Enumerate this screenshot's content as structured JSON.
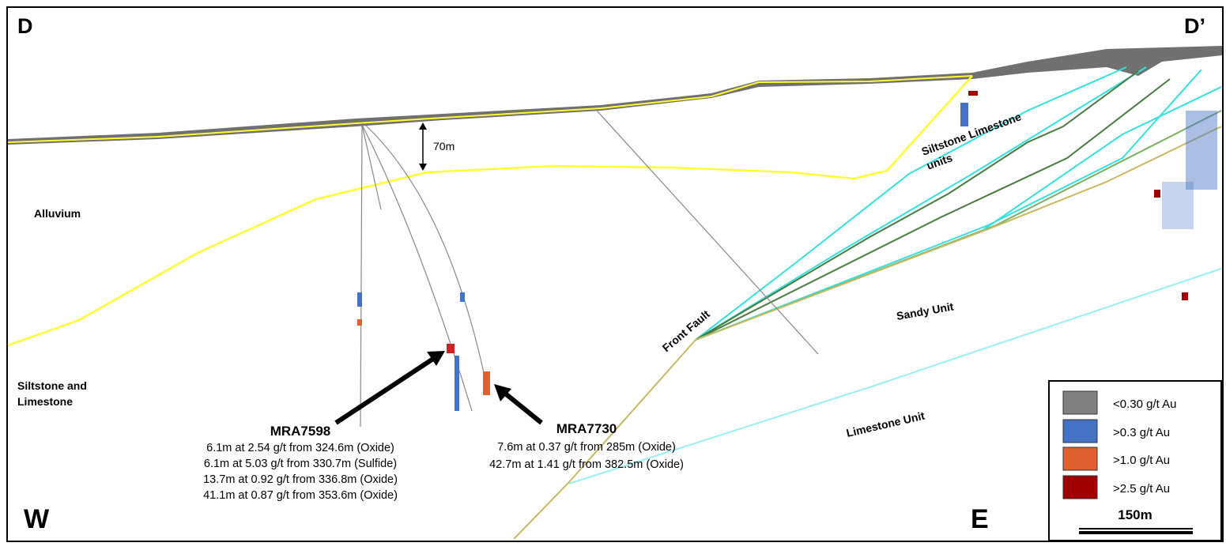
{
  "corners": {
    "top_left": "D",
    "top_right": "D’",
    "bottom_left": "W",
    "bottom_right": "E"
  },
  "depth_marker": "70m",
  "units": {
    "alluvium": "Alluvium",
    "siltstone_limestone_left_1": "Siltstone and",
    "siltstone_limestone_left_2": "Limestone",
    "siltstone_limestone_units_1": "Siltstone Limestone",
    "siltstone_limestone_units_2": "units",
    "sandy": "Sandy Unit",
    "limestone": "Limestone Unit",
    "front_fault": "Front Fault"
  },
  "drillholes": [
    {
      "name": "MRA7598",
      "intercepts": [
        "6.1m at 2.54 g/t from 324.6m (Oxide)",
        "6.1m at 5.03 g/t from 330.7m (Sulfide)",
        "13.7m at 0.92 g/t from 336.8m (Oxide)",
        "41.1m at 0.87 g/t from 353.6m (Oxide)"
      ]
    },
    {
      "name": "MRA7730",
      "intercepts": [
        "7.6m at 0.37 g/t from 285m (Oxide)",
        "42.7m at 1.41 g/t from 382.5m (Oxide)"
      ]
    }
  ],
  "legend": {
    "items": [
      {
        "label": "<0.30 g/t Au",
        "color": "#808080"
      },
      {
        "label": ">0.3 g/t Au",
        "color": "#4472c4"
      },
      {
        "label": ">1.0 g/t Au",
        "color": "#e06030"
      },
      {
        "label": ">2.5 g/t Au",
        "color": "#a00000"
      }
    ],
    "scale_label": "150m"
  },
  "colors": {
    "surface": "#ffff33",
    "cyan": "#33e0e0",
    "green": "#4a7a40",
    "olive": "#c8b860",
    "topo": "#6e6e6e"
  }
}
